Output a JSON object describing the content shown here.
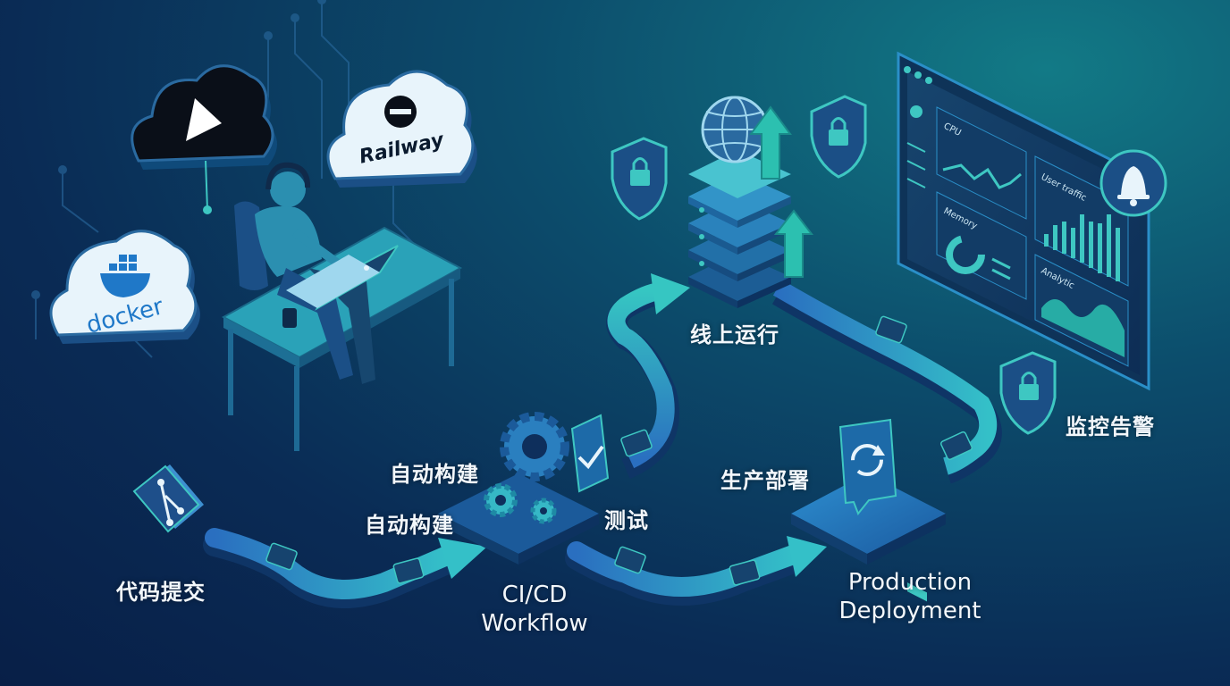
{
  "clouds": {
    "railway": "Railway",
    "docker": "docker"
  },
  "steps": {
    "commit": "代码提交",
    "build_upper": "自动构建",
    "build_lower": "自动构建",
    "test": "测试",
    "cicd_line1": "CI/CD",
    "cicd_line2": "Workflow",
    "deploy_zh": "生产部署",
    "prod_line1": "Production",
    "prod_line2": "Deployment",
    "online": "线上运行",
    "monitor": "监控告警"
  },
  "dashboard": {
    "cpu": "CPU",
    "user_traffic": "User traffic",
    "memory": "Memory",
    "analytic": "Analytic"
  },
  "colors": {
    "accent": "#3ec7c2",
    "flow": "#2c8fd0",
    "dark": "#0a2b55"
  }
}
